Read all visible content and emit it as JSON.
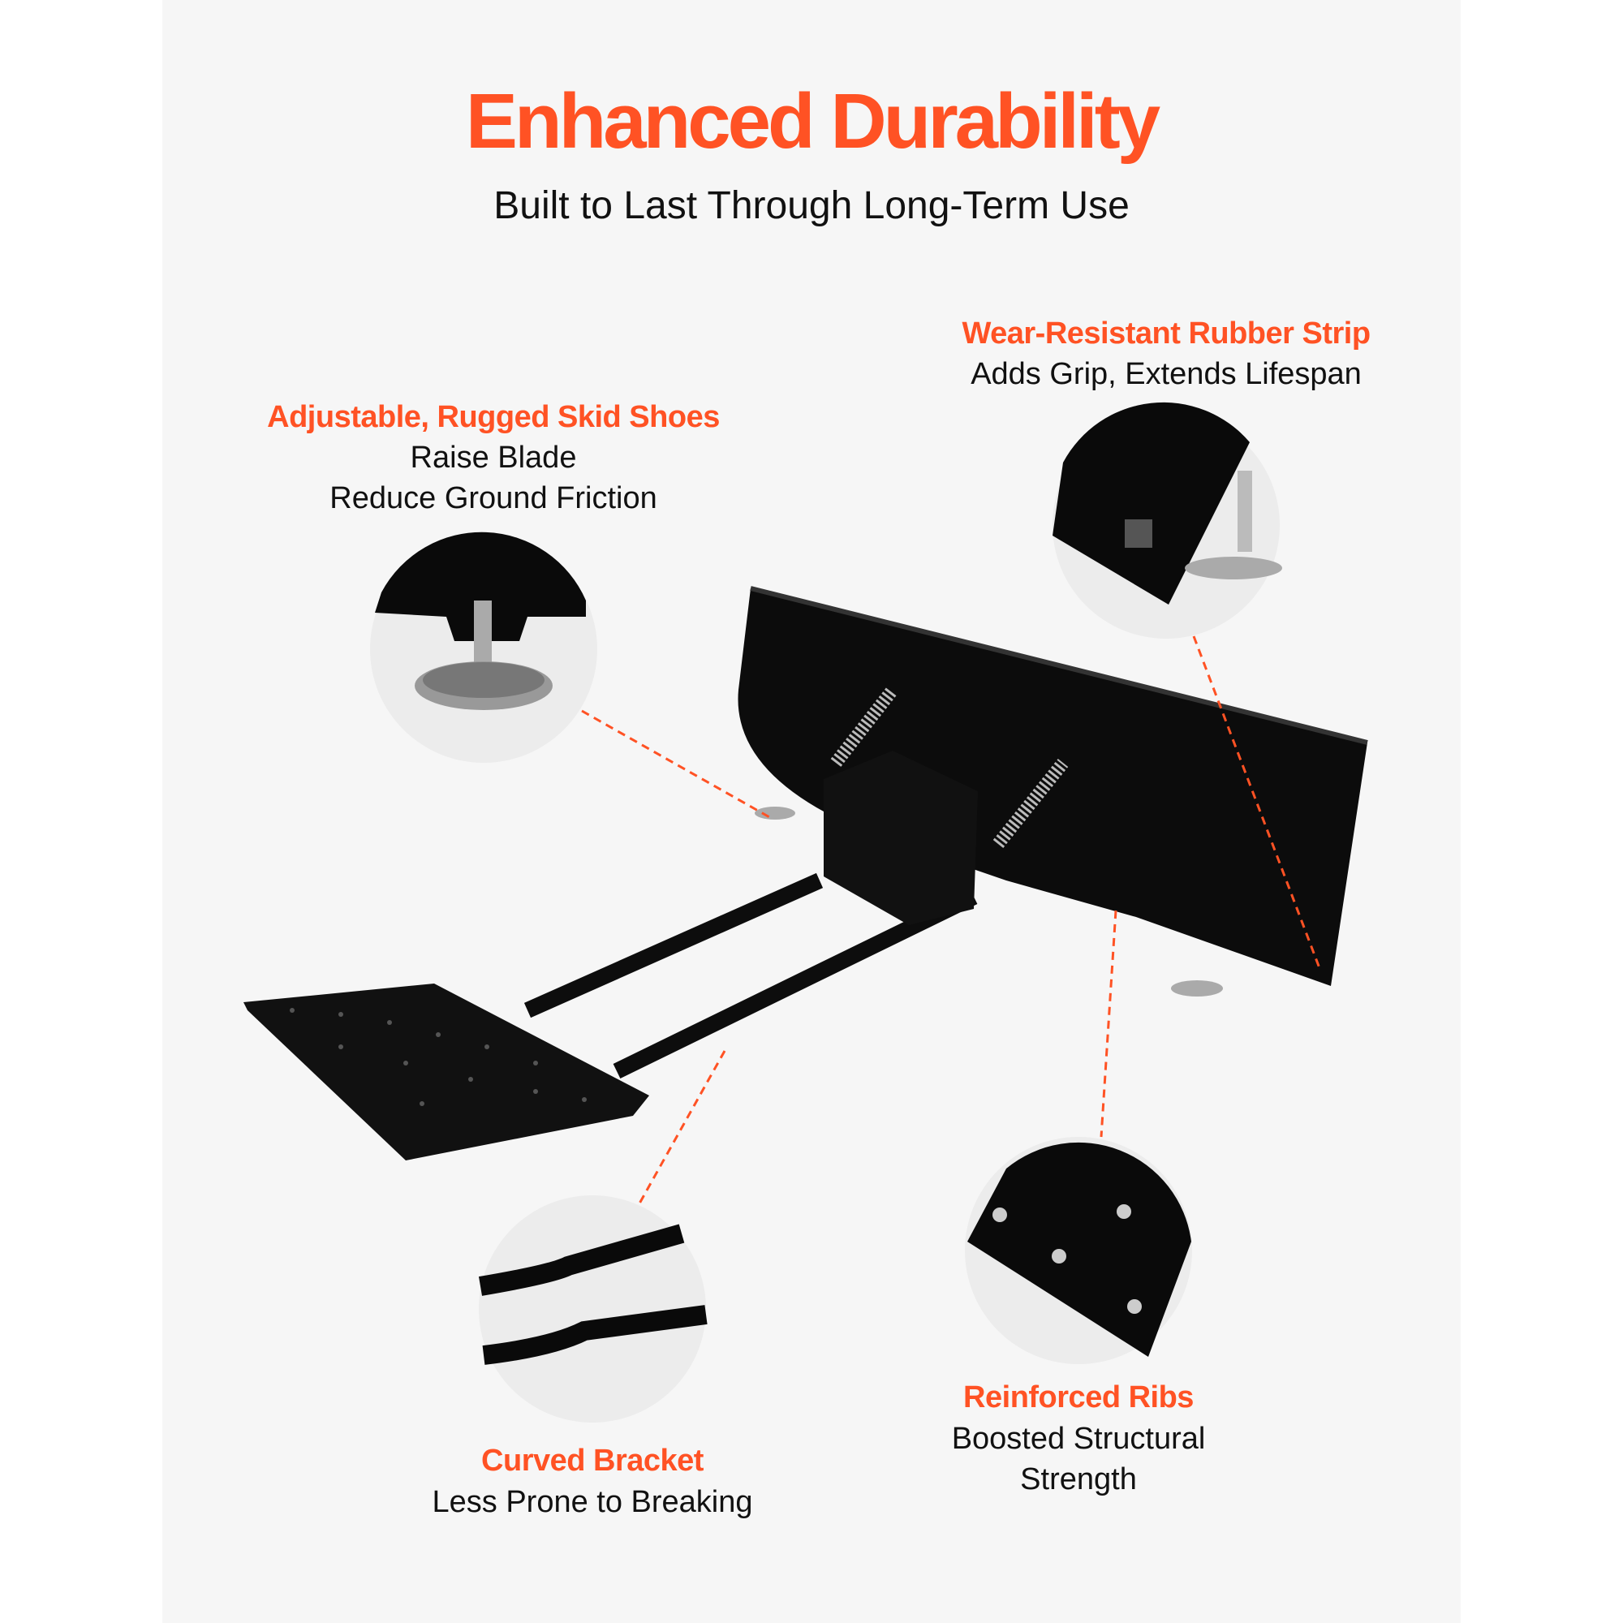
{
  "header": {
    "title": "Enhanced Durability",
    "subtitle": "Built to Last Through Long-Term Use"
  },
  "accent_color": "#ff5224",
  "features": [
    {
      "heading": "Adjustable, Rugged Skid Shoes",
      "lines": [
        "Raise Blade",
        "Reduce Ground Friction"
      ]
    },
    {
      "heading": "Wear-Resistant Rubber Strip",
      "lines": [
        "Adds Grip, Extends Lifespan"
      ]
    },
    {
      "heading": "Curved Bracket",
      "lines": [
        "Less Prone to Breaking"
      ]
    },
    {
      "heading": "Reinforced Ribs",
      "lines": [
        "Boosted Structural",
        "Strength"
      ]
    }
  ]
}
